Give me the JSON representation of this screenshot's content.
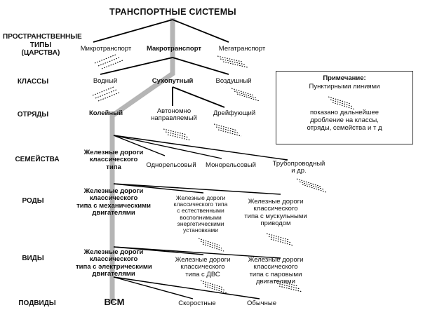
{
  "title": "ТРАНСПОРТНЫЕ  СИСТЕМЫ",
  "levels": {
    "spatial": "ПРОСТРАНСТВЕННЫЕ\nТИПЫ\n(ЦАРСТВА)",
    "classes": "КЛАССЫ",
    "orders": "ОТРЯДЫ",
    "families": "СЕМЕЙСТВА",
    "genera": "РОДЫ",
    "species": "ВИДЫ",
    "subspecies": "ПОДВИДЫ"
  },
  "nodes": {
    "micro": "Микротранспорт",
    "macro": "Макротранспорт",
    "mega": "Мегатранспорт",
    "water": "Водный",
    "land": "Сухопутный",
    "air": "Воздушный",
    "rail_bound": "Колейный",
    "autonomous": "Автономно\nнаправляемый",
    "drifting": "Дрейфующий",
    "classic_rail": "Железные дороги\nклассического\nтипа",
    "monorail_single": "Однорельсовый",
    "monorail": "Монорельсовый",
    "pipeline": "Трубопроводный\nи др.",
    "mechanical": "Железные дороги\nклассического\nтипа с механическими\nдвигателями",
    "natural_energy": "Железные дороги\nклассического типа\nс естественными\nвосполнимыми\nэнергетическими\nустановками",
    "muscle": "Железные дороги\nклассического\nтипа с мускульными\nприводом",
    "electric": "Железные дороги\nклассического\nтипа с электрическими\nдвигателями",
    "ice": "Железные дороги\nклассического\nтипа с ДВС",
    "steam": "Железные дороги\nклассического\nтипа с паровыми\nдвигателями",
    "vsm": "ВСМ",
    "fast": "Скоростные",
    "regular": "Обычные"
  },
  "note": {
    "title": "Примечание:",
    "line1": "Пунктирными линиями",
    "line2": "показано дальнейшее\nдробление на классы,\nотряды, семейства и т д"
  },
  "colors": {
    "main_path": "#b8b8b8",
    "lines": "#000000",
    "text": "#111111"
  }
}
